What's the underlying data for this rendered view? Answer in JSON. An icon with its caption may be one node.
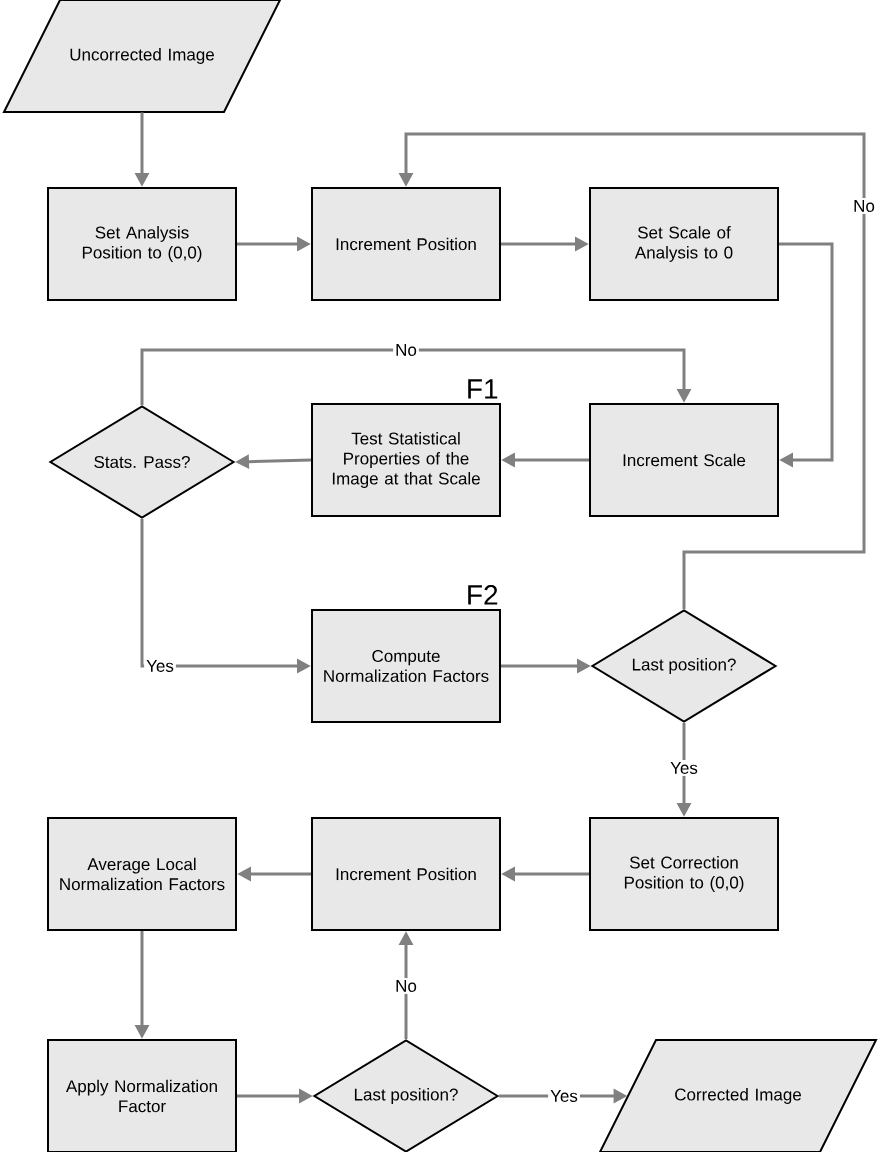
{
  "diagram": {
    "nodes": [
      {
        "text": [
          "Uncorrected Image"
        ]
      },
      {
        "text": [
          "Set Analysis Position to (0,0)"
        ]
      },
      {
        "text": [
          "Increment Position"
        ]
      },
      {
        "text": [
          "Set Scale of Analysis to 0"
        ]
      },
      {
        "text": [
          "Stats. Pass?"
        ]
      },
      {
        "text": [
          "Test Statistical Properties of the Image at that Scale"
        ],
        "beside": [
          "F1"
        ]
      },
      {
        "text": [
          "Increment Scale"
        ]
      },
      {
        "text": [
          "Compute Normalization Factors"
        ],
        "beside": [
          "F2"
        ]
      },
      {
        "text": [
          "Last position?"
        ]
      },
      {
        "text": [
          "Set Correction Position to (0,0)"
        ]
      },
      {
        "text": [
          "Increment Position"
        ]
      },
      {
        "text": [
          "Average Local Normalization Factors"
        ]
      },
      {
        "text": [
          "Apply Normalization Factor"
        ]
      },
      {
        "text": [
          "Last position?"
        ]
      },
      {
        "text": [
          "Corrected Image"
        ]
      }
    ],
    "edges": [
      {
        "from": 0,
        "to": 1,
        "arrow": "to"
      },
      {
        "from": 1,
        "to": 2,
        "arrow": "to"
      },
      {
        "from": 2,
        "to": 3,
        "arrow": "to"
      },
      {
        "from": 3,
        "to": 6,
        "arrow": "to"
      },
      {
        "from": 6,
        "to": 5,
        "arrow": "to"
      },
      {
        "from": 5,
        "to": 4,
        "arrow": "to"
      },
      {
        "from": 4,
        "to": 6,
        "arrow": "to",
        "label": "No"
      },
      {
        "from": 4,
        "to": 7,
        "arrow": "to",
        "label": "Yes"
      },
      {
        "from": 7,
        "to": 8,
        "arrow": "to"
      },
      {
        "from": 8,
        "to": 2,
        "arrow": "to",
        "label": "No"
      },
      {
        "from": 8,
        "to": 9,
        "arrow": "to",
        "label": "Yes"
      },
      {
        "from": 9,
        "to": 10,
        "arrow": "to"
      },
      {
        "from": 10,
        "to": 11,
        "arrow": "to"
      },
      {
        "from": 11,
        "to": 12,
        "arrow": "to"
      },
      {
        "from": 12,
        "to": 13,
        "arrow": "to"
      },
      {
        "from": 13,
        "to": 10,
        "arrow": "to",
        "label": "No"
      },
      {
        "from": 13,
        "to": 14,
        "arrow": "to",
        "label": "Yes"
      }
    ]
  }
}
